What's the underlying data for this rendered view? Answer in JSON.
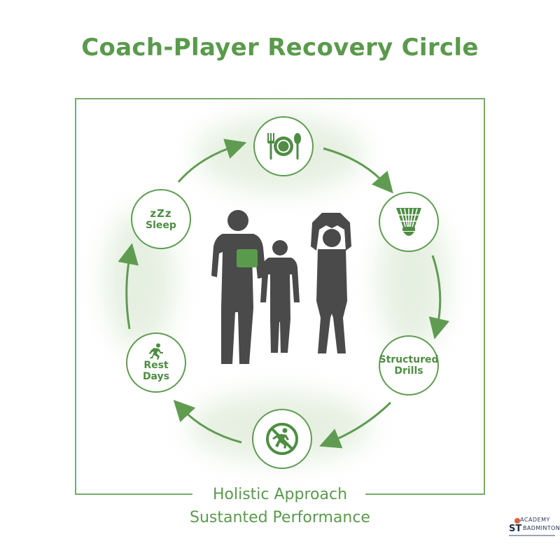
{
  "title": "Coach-Player Recovery Circle",
  "cycle": {
    "nodes": [
      {
        "id": "nutrition",
        "label": "",
        "icon": "fork-plate-spoon-icon"
      },
      {
        "id": "badminton",
        "label": "",
        "icon": "shuttlecock-icon"
      },
      {
        "id": "drills",
        "label_line1": "Structured",
        "label_line2": "Drills"
      },
      {
        "id": "no-overtraining",
        "label": "",
        "icon": "no-running-icon"
      },
      {
        "id": "rest",
        "label_line1": "Rest",
        "label_line2": "Days",
        "icon": "running-person-icon"
      },
      {
        "id": "sleep",
        "label": "Sleep",
        "icon": "zzz-icon",
        "icon_text": "zZz"
      }
    ]
  },
  "caption": {
    "line1": "Holistic Approach",
    "line2": "Sustanted Performance"
  },
  "logo": {
    "top_text": "ACADEMY",
    "st_text": "ST",
    "brand_text": "BADMINTON"
  },
  "colors": {
    "accent": "#5a9a4c",
    "silhouette": "#4a4a4a",
    "wash": "#e6f0e1"
  }
}
